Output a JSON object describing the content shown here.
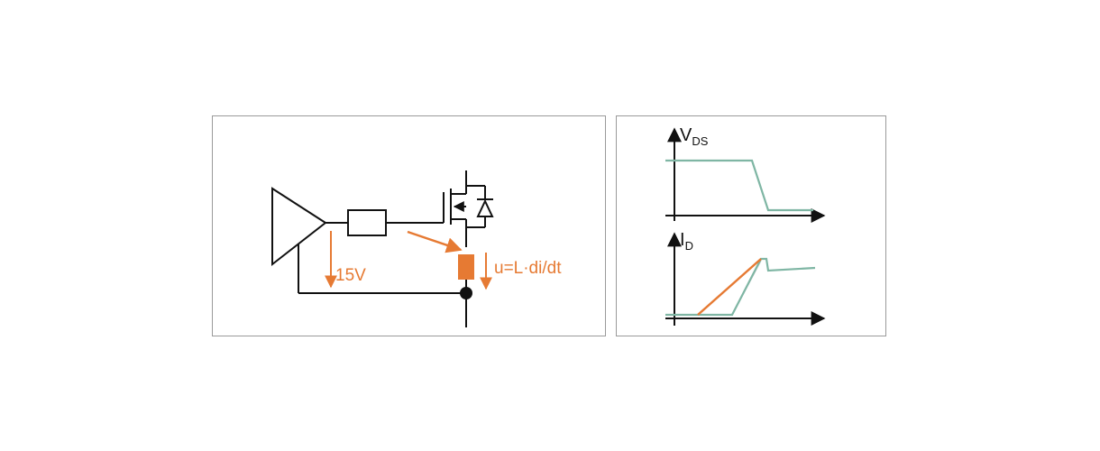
{
  "circuit": {
    "supply_voltage_label": "15V",
    "inductor_voltage_label": "u=L·di/dt"
  },
  "waveforms": {
    "vds_axis": {
      "main": "V",
      "subscript": "DS"
    },
    "id_axis": {
      "main": "I",
      "subscript": "D"
    }
  },
  "colors": {
    "highlight": "#e67a33",
    "waveform": "#7fb6a4",
    "wire": "#111111",
    "border": "#9a9a9a"
  }
}
